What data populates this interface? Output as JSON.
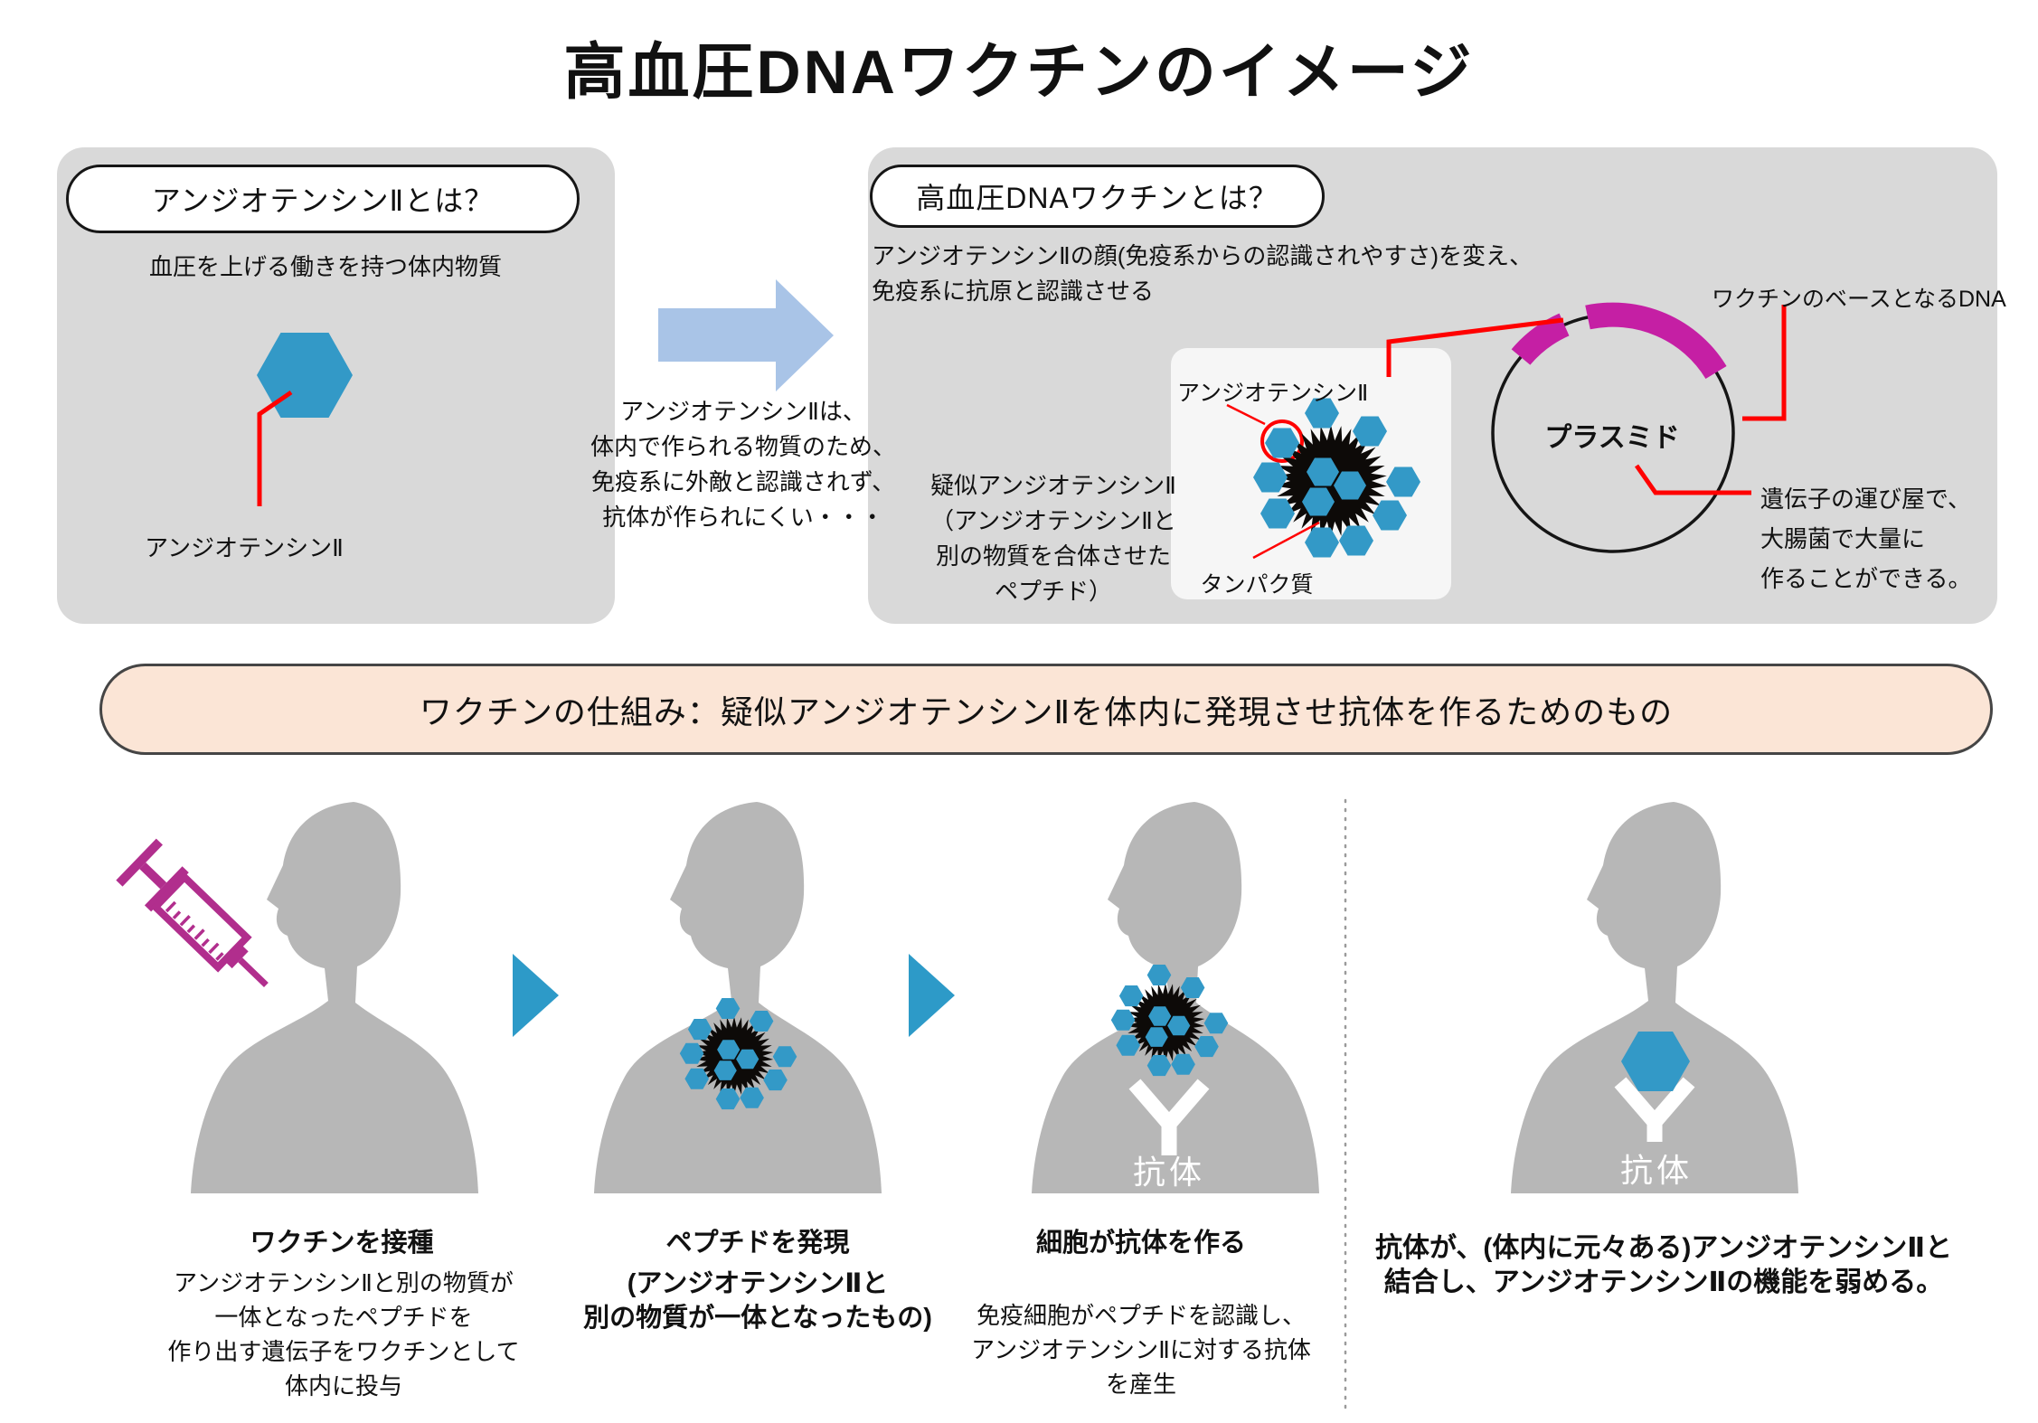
{
  "title": "高血圧DNAワクチンのイメージ",
  "colors": {
    "panel_gray": "#d9d9d9",
    "person_gray": "#b7b7b7",
    "hexagon_blue": "#3399c7",
    "arrow_light_blue": "#a9c4e7",
    "triangle_blue": "#2d9ac8",
    "plasmid_magenta": "#c51fa4",
    "syringe_magenta": "#b12e8d",
    "annotation_red": "#ff0000",
    "banner_peach": "#fbe5d6"
  },
  "left_panel": {
    "header": "アンジオテンシンⅡとは？",
    "description": "血圧を上げる働きを持つ体内物質",
    "hexagon_label": "アンジオテンシンⅡ"
  },
  "transition_note": {
    "lines": [
      "アンジオテンシンⅡは、",
      "体内で作られる物質のため、",
      "免疫系に外敵と認識されず、",
      "抗体が作られにくい・・・"
    ]
  },
  "right_panel": {
    "header": "高血圧DNAワクチンとは？",
    "description_lines": [
      "アンジオテンシンⅡの顔(免疫系からの認識されやすさ)を変え、",
      "免疫系に抗原と認識させる"
    ],
    "pseudo_caption_lines": [
      "疑似アンジオテンシンⅡ",
      "（アンジオテンシンⅡと",
      "別の物質を合体させた",
      "ペプチド）"
    ],
    "peptide_box": {
      "angiotensin_label": "アンジオテンシンⅡ",
      "protein_label": "タンパク質"
    },
    "plasmid": {
      "label": "プラスミド",
      "dna_label": "ワクチンのベースとなるDNA",
      "carrier_lines": [
        "遺伝子の運び屋で、",
        "大腸菌で大量に",
        "作ることができる。"
      ]
    }
  },
  "banner": {
    "text": "ワクチンの仕組み：疑似アンジオテンシンⅡを体内に発現させ抗体を作るためのもの"
  },
  "steps": [
    {
      "title_lines": [
        "ワクチンを接種"
      ],
      "desc_lines": [
        "アンジオテンシンⅡと別の物質が",
        "一体となったペプチドを",
        "作り出す遺伝子をワクチンとして",
        "体内に投与"
      ]
    },
    {
      "title_lines": [
        "ペプチドを発現",
        "(アンジオテンシンⅡと",
        "別の物質が一体となったもの)"
      ]
    },
    {
      "title_lines": [
        "細胞が抗体を作る"
      ],
      "desc_lines": [
        "免疫細胞がペプチドを認識し、",
        "アンジオテンシンⅡに対する抗体",
        "を産生"
      ],
      "antibody_label": "抗体"
    },
    {
      "title_lines": [
        "抗体が、(体内に元々ある)アンジオテンシンⅡと",
        "結合し、アンジオテンシンⅡの機能を弱める。"
      ],
      "antibody_label": "抗体"
    }
  ]
}
